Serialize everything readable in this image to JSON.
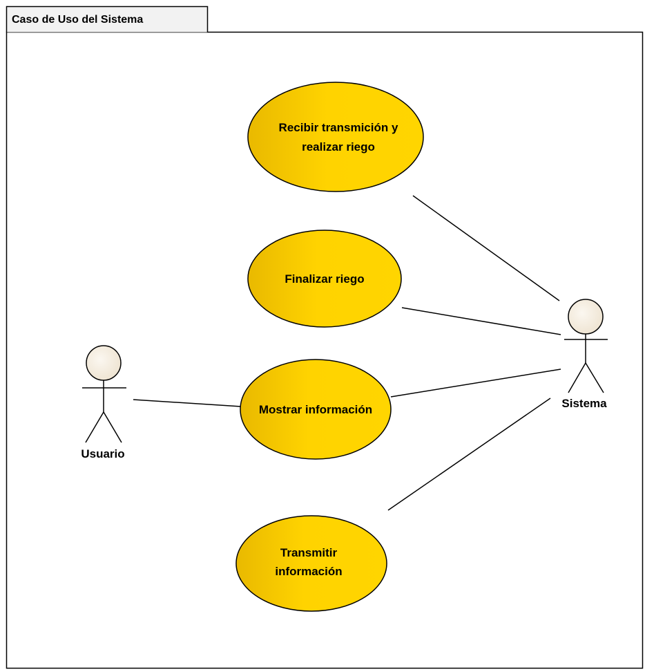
{
  "frame": {
    "title": "Caso de Uso del Sistema"
  },
  "actors": {
    "usuario": {
      "name": "Usuario"
    },
    "sistema": {
      "name": "Sistema"
    }
  },
  "use_cases": {
    "recibir": {
      "line1": "Recibir transmición y",
      "line2": "realizar riego"
    },
    "finalizar": {
      "label": "Finalizar riego"
    },
    "mostrar": {
      "label": "Mostrar información"
    },
    "transmitir": {
      "line1": "Transmitir",
      "line2": "información"
    }
  },
  "colors": {
    "use_case_fill": "#FFD300",
    "use_case_shade": "#E8B800",
    "actor_head_fill": "#F1E8DA",
    "line": "#000000"
  }
}
